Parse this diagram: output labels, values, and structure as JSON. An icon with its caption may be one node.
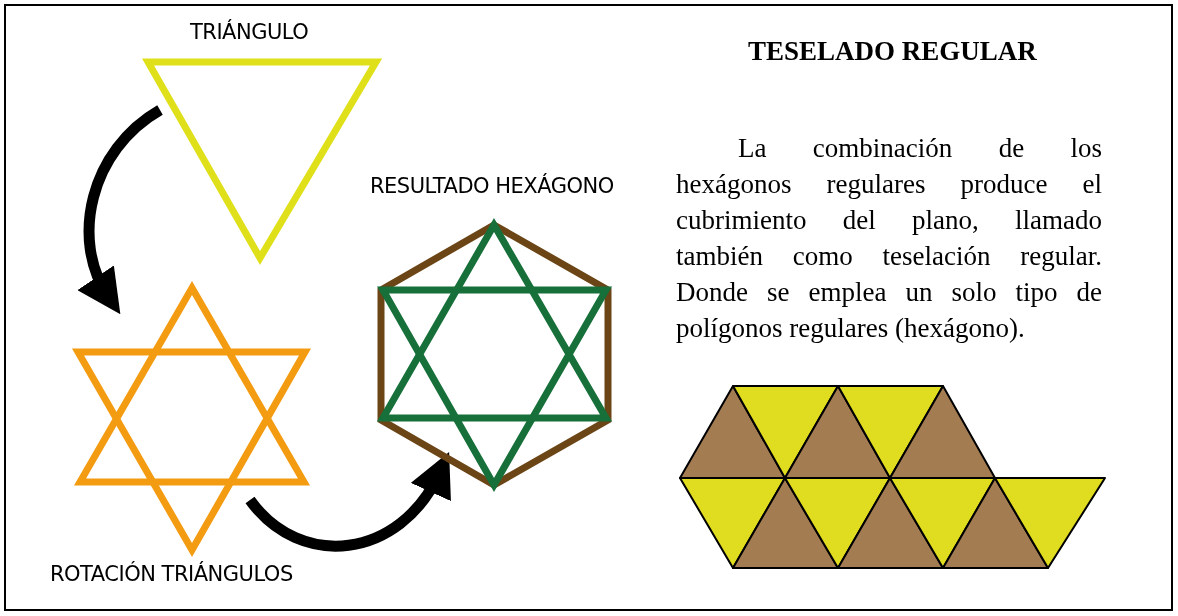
{
  "diagram": {
    "title": "TESELADO REGULAR",
    "nodes": [
      {
        "text": [
          "TRIÁNGULO"
        ]
      },
      {
        "text": [
          "ROTACIÓN TRIÁNGULOS"
        ]
      },
      {
        "text": [
          "RESULTADO HEXÁGONO"
        ]
      }
    ],
    "edges": [
      {
        "from": 0,
        "to": 1,
        "arrow": "to"
      },
      {
        "from": 1,
        "to": 2,
        "arrow": "to"
      }
    ],
    "labels": [
      "La combinación de los hexágonos regulares produce el cubrimiento del plano, llamado también como teselación regular. Donde se emplea un solo tipo de polígonos regulares (hexágono)."
    ]
  }
}
